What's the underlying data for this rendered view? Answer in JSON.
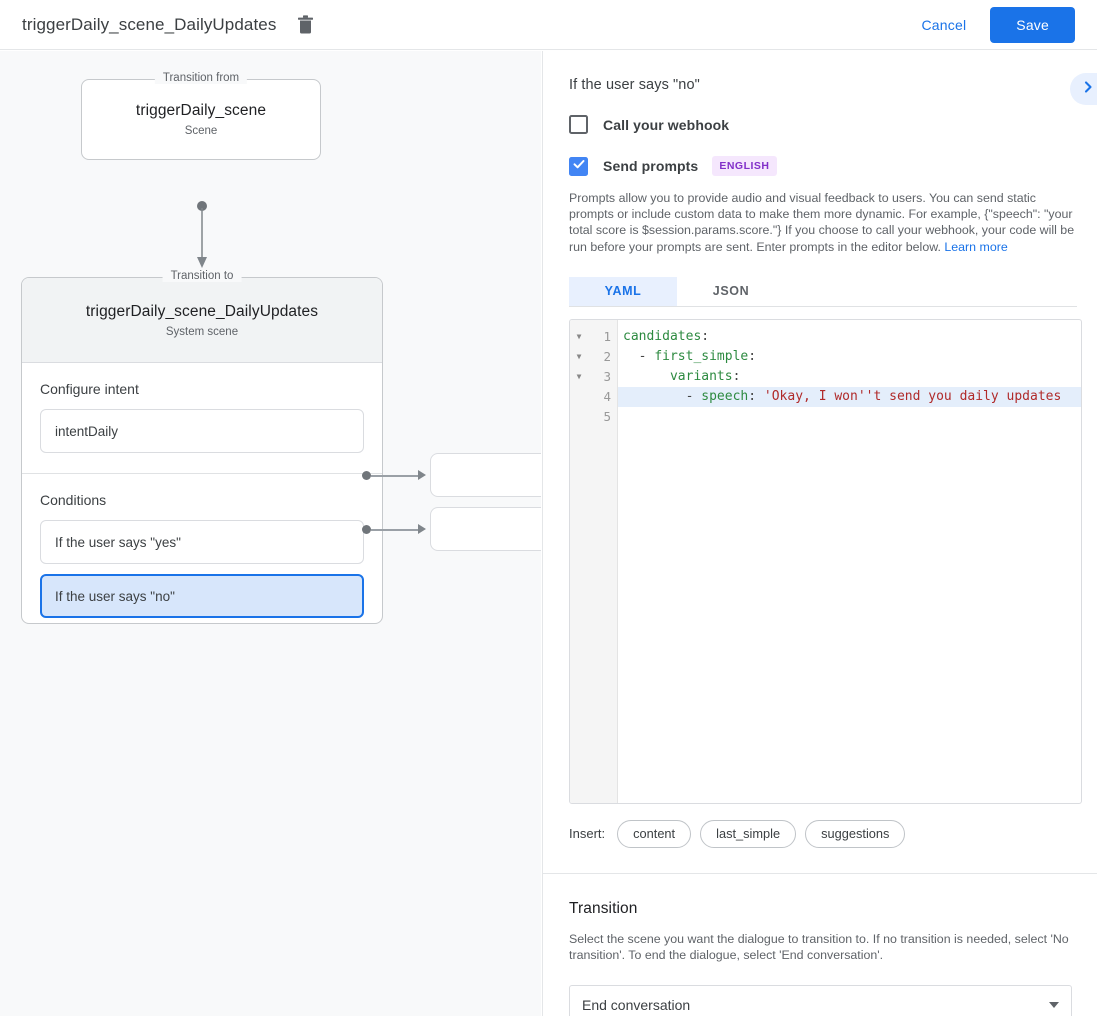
{
  "topbar": {
    "title": "triggerDaily_scene_DailyUpdates",
    "delete_icon": "trash-icon",
    "cancel_label": "Cancel",
    "save_label": "Save",
    "accent_color": "#1a73e8"
  },
  "canvas": {
    "from_legend": "Transition from",
    "from_node": {
      "title": "triggerDaily_scene",
      "subtitle": "Scene"
    },
    "to_legend": "Transition to",
    "to_node": {
      "title": "triggerDaily_scene_DailyUpdates",
      "subtitle": "System scene"
    },
    "intent_section_label": "Configure intent",
    "intent_value": "intentDaily",
    "conditions_section_label": "Conditions",
    "conditions": [
      {
        "label": "If the user says \"yes\"",
        "selected": false
      },
      {
        "label": "If the user says \"no\"",
        "selected": true
      }
    ],
    "selected_color": "#1a73e8",
    "selected_fill": "#d7e6fb"
  },
  "panel": {
    "title": "If the user says \"no\"",
    "collapse_icon": "chevron-right-icon",
    "webhook": {
      "label": "Call your webhook",
      "checked": false
    },
    "prompts": {
      "label": "Send prompts",
      "checked": true,
      "language_badge": "ENGLISH",
      "badge_color": "#8230c9"
    },
    "help_text": "Prompts allow you to provide audio and visual feedback to users. You can send static prompts or include custom data to make them more dynamic. For example, {\"speech\": \"your total score is $session.params.score.\"} If you choose to call your webhook, your code will be run before your prompts are sent. Enter prompts in the editor below. ",
    "help_link": "Learn more",
    "tabs": [
      {
        "label": "YAML",
        "active": true
      },
      {
        "label": "JSON",
        "active": false
      }
    ],
    "editor": {
      "lines": [
        {
          "num": "1",
          "fold": true,
          "highlight": false,
          "tokens": [
            {
              "t": "candidates",
              "c": "tok-key"
            },
            {
              "t": ":",
              "c": "tok-punc"
            }
          ]
        },
        {
          "num": "2",
          "fold": true,
          "highlight": false,
          "tokens": [
            {
              "t": "  - ",
              "c": "tok-dash"
            },
            {
              "t": "first_simple",
              "c": "tok-key"
            },
            {
              "t": ":",
              "c": "tok-punc"
            }
          ]
        },
        {
          "num": "3",
          "fold": true,
          "highlight": false,
          "tokens": [
            {
              "t": "      ",
              "c": "tok-dash"
            },
            {
              "t": "variants",
              "c": "tok-key"
            },
            {
              "t": ":",
              "c": "tok-punc"
            }
          ]
        },
        {
          "num": "4",
          "fold": false,
          "highlight": true,
          "tokens": [
            {
              "t": "        - ",
              "c": "tok-dash"
            },
            {
              "t": "speech",
              "c": "tok-key"
            },
            {
              "t": ": ",
              "c": "tok-punc"
            },
            {
              "t": "'Okay, I won''t send you daily updates",
              "c": "tok-str"
            }
          ]
        },
        {
          "num": "5",
          "fold": false,
          "highlight": false,
          "tokens": []
        }
      ],
      "fold_glyph": "▼",
      "highlight_color": "#e4eefb"
    },
    "insert_label": "Insert:",
    "insert_chips": [
      "content",
      "last_simple",
      "suggestions"
    ],
    "transition": {
      "title": "Transition",
      "description": "Select the scene you want the dialogue to transition to. If no transition is needed, select 'No transition'. To end the dialogue, select 'End conversation'.",
      "selected_value": "End conversation"
    }
  }
}
